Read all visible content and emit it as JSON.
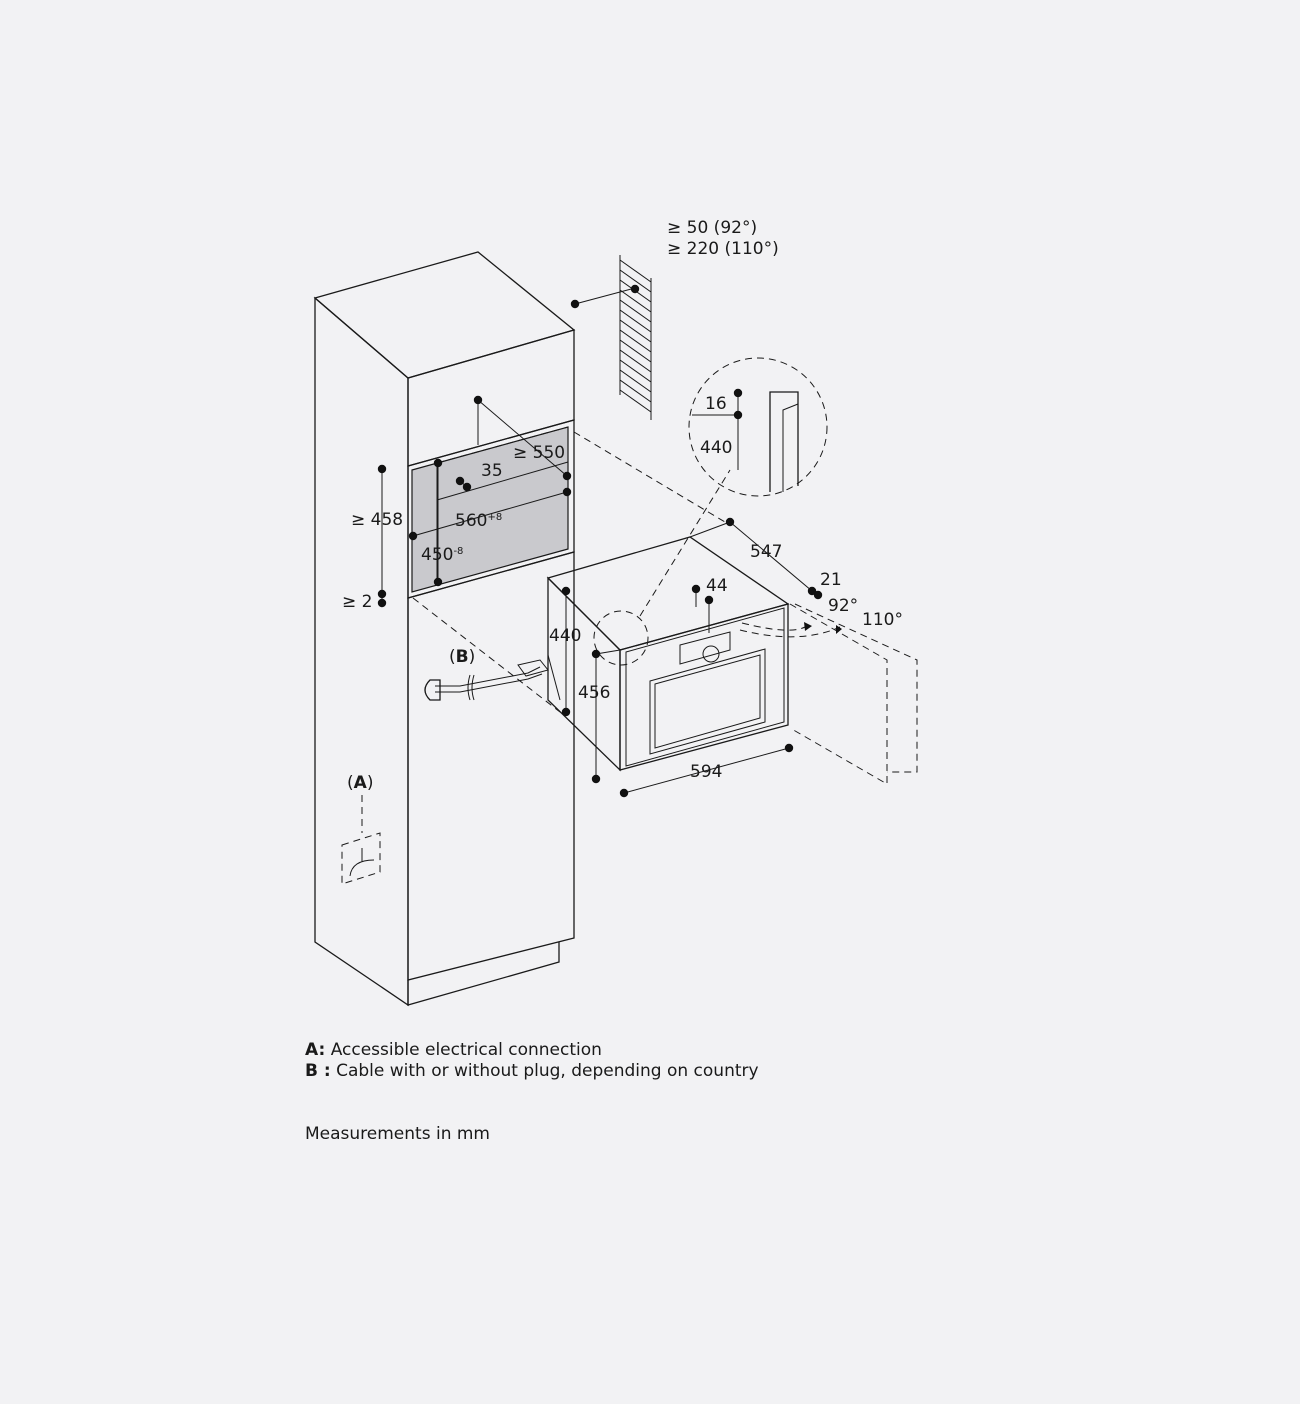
{
  "dimensions": {
    "top_clearance_92": "≥ 50 (92°)",
    "top_clearance_110": "≥ 220 (110°)",
    "niche_depth": "≥ 550",
    "offset_35": "35",
    "niche_height": "≥ 458",
    "niche_width": "560",
    "niche_width_tol": "+8",
    "niche_height_inner": "450",
    "niche_height_inner_tol": "-8",
    "bottom_gap": "≥ 2",
    "detail_16": "16",
    "detail_440": "440",
    "oven_depth": "547",
    "door_offset": "21",
    "angle_92": "92°",
    "angle_110": "110°",
    "control_44": "44",
    "oven_body_height": "440",
    "oven_front_height": "456",
    "oven_width": "594"
  },
  "labels": {
    "a_marker": "A",
    "b_marker": "B"
  },
  "legend": [
    {
      "key": "A:",
      "text": "Accessible electrical connection"
    },
    {
      "key": "B :",
      "text": "Cable with or without plug, depending on country"
    }
  ],
  "note": "Measurements in mm"
}
